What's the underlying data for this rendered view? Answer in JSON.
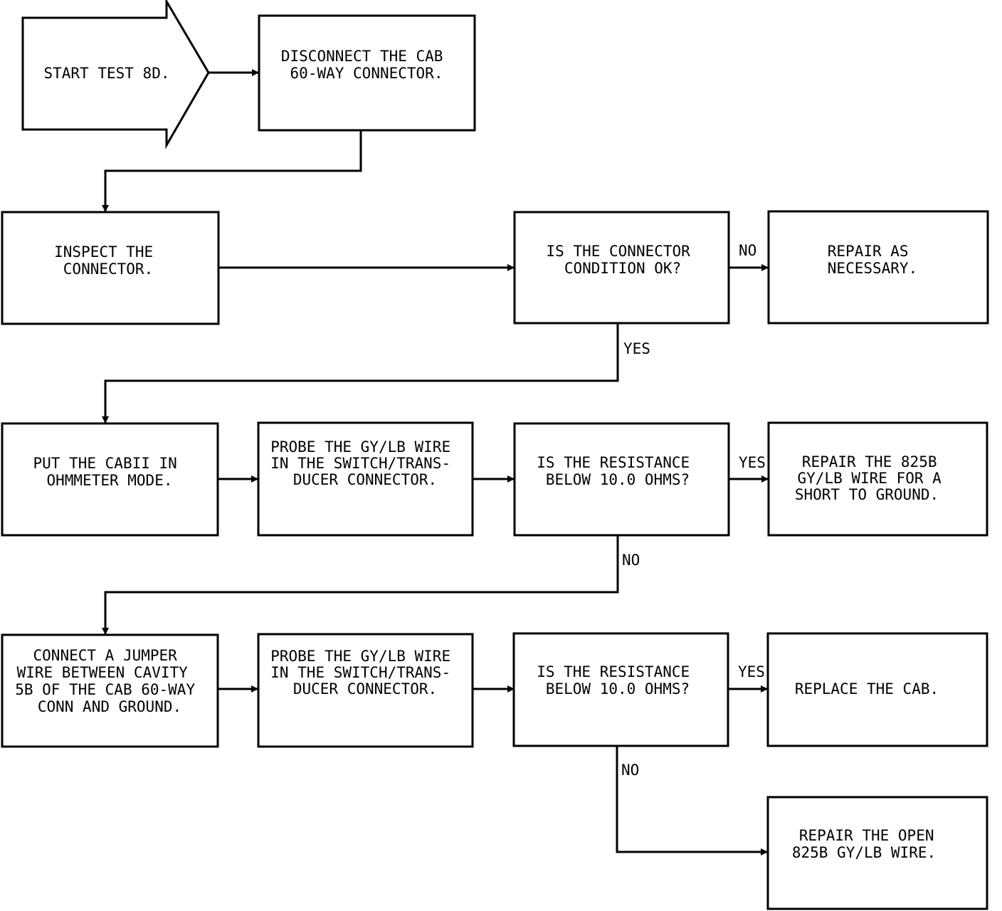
{
  "start": {
    "lines": [
      "START TEST 8D."
    ]
  },
  "steps": {
    "disconnect": {
      "lines": [
        "DISCONNECT THE CAB",
        "60-WAY CONNECTOR."
      ]
    },
    "inspect": {
      "lines": [
        "INSPECT THE",
        "CONNECTOR."
      ]
    },
    "condition_q": {
      "lines": [
        "IS THE CONNECTOR",
        "CONDITION OK?"
      ]
    },
    "repair_necessary": {
      "lines": [
        "REPAIR AS",
        "NECESSARY."
      ]
    },
    "ohmmeter": {
      "lines": [
        "PUT THE CABII IN",
        "OHMMETER MODE."
      ]
    },
    "probe1": {
      "lines": [
        "PROBE THE GY/LB WIRE",
        "IN THE SWITCH/TRANS-",
        "DUCER CONNECTOR."
      ]
    },
    "resistance_q1": {
      "lines": [
        "IS THE RESISTANCE",
        "BELOW 10.0 OHMS?"
      ]
    },
    "repair_short": {
      "lines": [
        "REPAIR THE 825B",
        "GY/LB WIRE FOR A",
        "SHORT TO GROUND."
      ]
    },
    "jumper": {
      "lines": [
        "CONNECT A JUMPER",
        "WIRE BETWEEN CAVITY",
        "5B OF THE CAB 60-WAY",
        "CONN AND GROUND."
      ]
    },
    "probe2": {
      "lines": [
        "PROBE THE GY/LB WIRE",
        "IN THE SWITCH/TRANS-",
        "DUCER CONNECTOR."
      ]
    },
    "resistance_q2": {
      "lines": [
        "IS THE RESISTANCE",
        "BELOW 10.0 OHMS?"
      ]
    },
    "replace_cab": {
      "lines": [
        "REPLACE THE CAB."
      ]
    },
    "repair_open": {
      "lines": [
        "REPAIR THE OPEN",
        "825B GY/LB WIRE."
      ]
    }
  },
  "labels": {
    "no_1": "NO",
    "yes_1": "YES",
    "yes_2": "YES",
    "no_2": "NO",
    "yes_3": "YES",
    "no_3": "NO"
  }
}
